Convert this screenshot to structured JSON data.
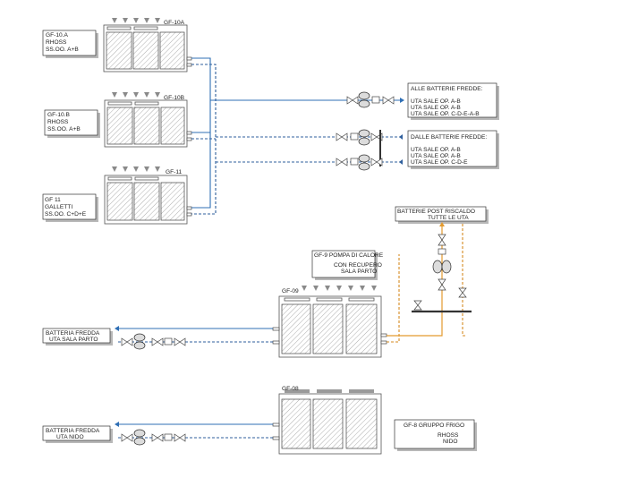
{
  "units": [
    {
      "tag": "GF-10A",
      "desc": [
        "GF-10.A",
        "RHOSS",
        "SS.OO. A+B"
      ]
    },
    {
      "tag": "GF-10B",
      "desc": [
        "GF-10.B",
        "RHOSS",
        "SS.OO. A+B"
      ]
    },
    {
      "tag": "GF-11",
      "desc": [
        "GF 11",
        "GALLETTI",
        "SS.OO. C+D+E"
      ]
    },
    {
      "tag": "GF-09",
      "desc": [
        "GF-9 POMPA DI CALORE",
        "CON RECUPERO",
        "SALA PARTO"
      ]
    },
    {
      "tag": "GF-08",
      "desc": [
        "GF-8 GRUPPO FRIGO",
        "RHOSS",
        "NIDO"
      ]
    }
  ],
  "notes": {
    "alle_batterie": [
      "ALLE BATTERIE FREDDE:",
      "",
      "UTA SALE OP. A-B",
      "UTA SALE OP. A-B",
      "UTA SALE OP. C-D-E-A-B"
    ],
    "dalle_batterie": [
      "DALLE BATTERIE FREDDE:",
      "",
      "UTA SALE OP. A-B",
      "UTA SALE OP. A-B",
      "UTA SALE OP. C-D-E"
    ],
    "post_riscaldo": [
      "BATTERIE POST RISCALDO",
      "TUTTE LE UTA"
    ],
    "sala_parto": [
      "BATTERIA FREDDA",
      "UTA SALA PARTO"
    ],
    "nido": [
      "BATTERIA FREDDA",
      "UTA NIDO"
    ]
  },
  "colors": {
    "chilled_water": "#2f6fb5",
    "hot_water": "#e39a2e",
    "line": "#333333"
  },
  "icons": [
    "chiller-unit-icon",
    "pump-icon",
    "valve-icon",
    "fan-icon",
    "strainer-icon"
  ]
}
